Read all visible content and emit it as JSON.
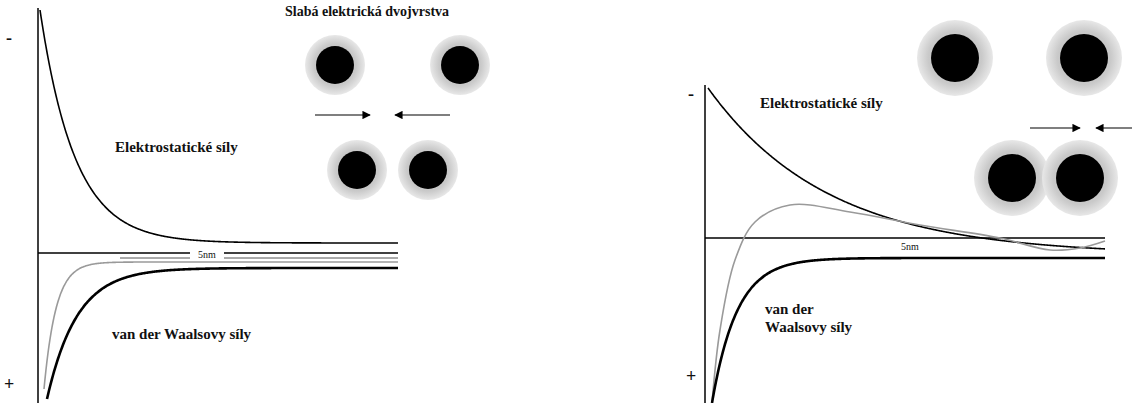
{
  "diagram": {
    "labels": [
      "Slabá elektrická dvojvrstva",
      "-",
      "Elektrostatické síly",
      "5nm",
      "van der Waalsovy síly",
      "+",
      "-",
      "Elektrostatické síly",
      "5nm",
      "van der Waalsovy síly",
      "+"
    ]
  }
}
